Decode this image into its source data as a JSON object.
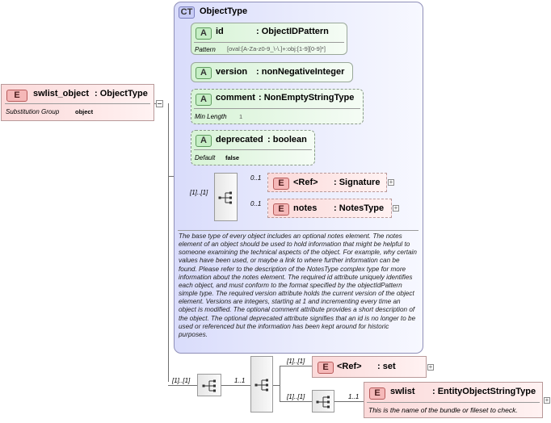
{
  "root": {
    "badge": "E",
    "name": "swlist_object",
    "type": ": ObjectType",
    "subst_label": "Substitution Group",
    "subst_value": "object"
  },
  "complex_type": {
    "badge": "CT",
    "name": "ObjectType",
    "attributes": [
      {
        "badge": "A",
        "name": "id",
        "type": ": ObjectIDPattern",
        "facet_label": "Pattern",
        "facet_value": "[oval:[A-Za-z0-9_\\-\\.]+:obj:[1-9][0-9]*]"
      },
      {
        "badge": "A",
        "name": "version",
        "type": ": nonNegativeInteger"
      },
      {
        "badge": "A",
        "name": "comment",
        "type": ": NonEmptyStringType",
        "facet_label": "Min Length",
        "facet_value": "1"
      },
      {
        "badge": "A",
        "name": "deprecated",
        "type": ": boolean",
        "facet_label": "Default",
        "facet_value": "false"
      }
    ],
    "sequence_card": "[1]..[1]",
    "elements": [
      {
        "badge": "E",
        "name": "<Ref>",
        "type": ": Signature",
        "card": "0..1"
      },
      {
        "badge": "E",
        "name": "notes",
        "type": ": NotesType",
        "card": "0..1"
      }
    ],
    "description": "The base type of every object includes an optional notes element. The notes element of an object should be used to hold information that might be helpful to someone examining the technical aspects of the object. For example, why certain values have been used, or maybe a link to where further information can be found. Please refer to the description of the NotesType complex type for more information about the notes element. The required id attribute uniquely identifies each object, and must conform to the format specified by the objectIdPattern simple type. The required version attribute holds the current version of the object element. Versions are integers, starting at 1 and incrementing every time an object is modified. The optional comment attribute provides a short description of the object. The optional deprecated attribute signifies that an id is no longer to be used or referenced but the information has been kept around for historic purposes."
  },
  "extension": {
    "outer_card": "[1]..[1]",
    "inner_card": "1..1",
    "set": {
      "badge": "E",
      "name": "<Ref>",
      "type": ": set",
      "card": "[1]..[1]"
    },
    "swlist_seq_card": "[1]..[1]",
    "swlist": {
      "badge": "E",
      "name": "swlist",
      "type": ": EntityObjectStringType",
      "card": "1..1",
      "doc": "This is the name of the bundle or fileset to check."
    }
  }
}
